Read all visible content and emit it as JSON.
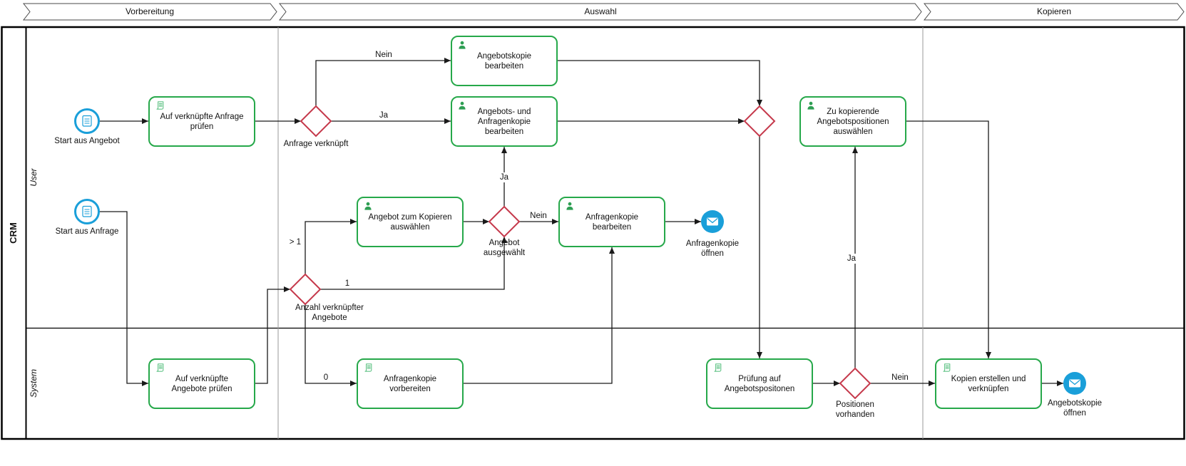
{
  "phases": [
    {
      "label": "Vorbereitung"
    },
    {
      "label": "Auswahl"
    },
    {
      "label": "Kopieren"
    }
  ],
  "pool": {
    "label": "CRM"
  },
  "lanes": [
    {
      "label": "User"
    },
    {
      "label": "System"
    }
  ],
  "tasks": [
    {
      "label": "Auf verknüpfte Anfrage\nprüfen",
      "type": "script"
    },
    {
      "label": "Angebotskopie\nbearbeiten",
      "type": "user"
    },
    {
      "label": "Angebots- und\nAnfragenkopie\nbearbeiten",
      "type": "user"
    },
    {
      "label": "Zu kopierende\nAngebotspositionen\nauswählen",
      "type": "user"
    },
    {
      "label": "Angebot zum Kopieren\nauswählen",
      "type": "user"
    },
    {
      "label": "Anfragenkopie\nbearbeiten",
      "type": "user"
    },
    {
      "label": "Auf verknüpfte\nAngebote prüfen",
      "type": "script"
    },
    {
      "label": "Anfragenkopie\nvorbereiten",
      "type": "script"
    },
    {
      "label": "Prüfung auf\nAngebotspositonen",
      "type": "script"
    },
    {
      "label": "Kopien erstellen und\nverknüpfen",
      "type": "script"
    }
  ],
  "events": [
    {
      "label": "Start aus Angebot",
      "kind": "start"
    },
    {
      "label": "Start aus Anfrage",
      "kind": "start"
    },
    {
      "label": "Anfragenkopie\nöffnen",
      "kind": "end"
    },
    {
      "label": "Angebotskopie\nöffnen",
      "kind": "end"
    }
  ],
  "gateways": [
    {
      "label": "Anfrage verknüpft"
    },
    {
      "label": "Angebot\nausgewählt"
    },
    {
      "label": "Anzahl verknüpfter\nAngebote"
    },
    {
      "label": "Positionen\nvorhanden"
    },
    {
      "label": ""
    }
  ],
  "flow_labels": [
    {
      "label": "Nein"
    },
    {
      "label": "Ja"
    },
    {
      "label": "Ja"
    },
    {
      "label": "Nein"
    },
    {
      "label": "> 1"
    },
    {
      "label": "1"
    },
    {
      "label": "0"
    },
    {
      "label": "Ja"
    },
    {
      "label": "Nein"
    }
  ],
  "colors": {
    "task_border": "#26A84A",
    "event_blue": "#1A9FD9",
    "gateway_red": "#C5394B",
    "script_icon": "#62C487",
    "user_icon": "#2E9E53",
    "flow": "#1a1a1a"
  }
}
